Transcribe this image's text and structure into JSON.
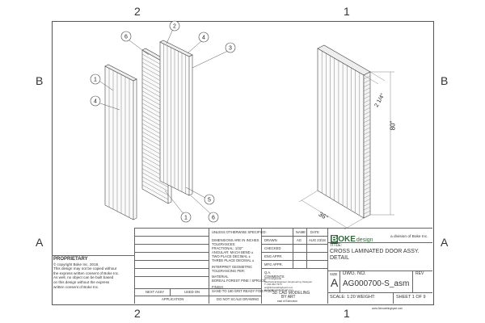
{
  "zones": {
    "top_left": "2",
    "top_right": "1",
    "bottom_left": "2",
    "bottom_right": "1",
    "left_upper": "B",
    "left_lower": "A",
    "right_upper": "B",
    "right_lower": "A"
  },
  "balloons": [
    "6",
    "2",
    "4",
    "3",
    "1",
    "4",
    "5",
    "1",
    "6"
  ],
  "dimensions": {
    "height": "80\"",
    "thickness": "2 1/4\"",
    "width": "36\""
  },
  "title_block": {
    "unless_specified": "UNLESS OTHERWISE SPECIFIED:",
    "name_hdr": "NAME",
    "date_hdr": "DATE",
    "drawn_label": "DRAWN",
    "drawn_name": "AG",
    "drawn_date": "AUG 23/18",
    "checked_label": "CHECKED",
    "eng_label": "ENG APPR.",
    "mfg_label": "MFG APPR.",
    "qa_label": "Q.A.",
    "comments_label": "COMMENTS:",
    "dims_note": "DIMENSIONS ARE IN INCHES",
    "tolerances": "TOLERANCES:",
    "fractional": "FRACTIONAL: 1/32\"",
    "angular": "ANGULAR: MACH  BEND ±",
    "two_place": "TWO PLACE DECIMAL  ±",
    "three_place": "THREE PLACE DECIMAL  ±",
    "interpret": "INTERPRET GEOMETRIC",
    "tol_per": "TOLERANCING PER:",
    "material_label": "MATERIAL",
    "material": "BOREAL FOREST PINE / SPRUCE",
    "finish_label": "FINISH",
    "finish": "SAND TO 180 GRIT READY FOR PAINT",
    "next_assy": "NEXT ASSY",
    "used_on": "USED ON",
    "application": "APPLICATION",
    "do_not_scale": "DO NOT SCALE DRAWING",
    "firm_line1": "Art Gmelgowski",
    "firm_line2": "Mechanical Engineer, Engineering, Designer",
    "firm_line3": "T: 204 262 7373",
    "firm_line4": "art@3dmodelingbyart.com",
    "firm_line5": "www.3dmodelingbyart.com",
    "modeling1": "3D CAD MODELING",
    "modeling2": "BY ART",
    "modeling3": "east of Edmonton",
    "url": "www.3dmodelingbyart.com",
    "logo_b": "B",
    "logo_oke": "OKE",
    "logo_design": "design",
    "division": "a division of Boke Inc.",
    "title_label": "TITLE:",
    "title_line1": "CROSS LAMINATED DOOR ASSY.",
    "title_line2": "DETAIL",
    "size_label": "SIZE",
    "size": "A",
    "dwg_label": "DWG.  NO.",
    "dwg_no": "AG000700-S_asm",
    "rev_label": "REV",
    "scale": "SCALE: 1:20 WEIGHT:",
    "sheet": "SHEET 1 OF 9"
  },
  "proprietary": {
    "heading": "PROPRIETARY",
    "line1": "© copyright Boke Inc. 2018.",
    "line2": "This design may not be copied without",
    "line3": "the express written consent of Boke Inc.",
    "line4": "As well, no object can be built based",
    "line5": "on this design without the express",
    "line6": "written consent of Boke Inc."
  }
}
